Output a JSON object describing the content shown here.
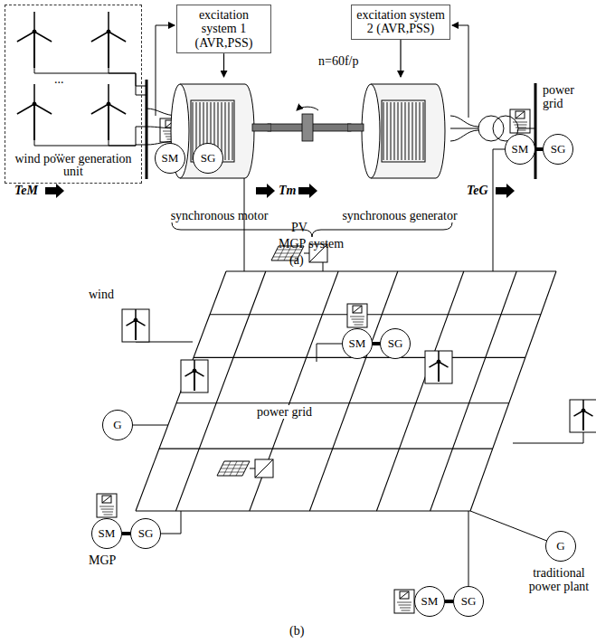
{
  "diagram": {
    "nodes": [
      {
        "text": [
          "wind power generation unit"
        ]
      },
      {
        "text": [
          "excitation system 1 (AVR,PSS)"
        ]
      },
      {
        "text": [
          "excitation system 2 (AVR,PSS)"
        ]
      },
      {
        "text": [
          "synchronous motor"
        ]
      },
      {
        "text": [
          "synchronous generator"
        ]
      },
      {
        "text": [
          "SM"
        ]
      },
      {
        "text": [
          "SG"
        ]
      },
      {
        "text": [
          "SM"
        ]
      },
      {
        "text": [
          "SG"
        ]
      },
      {
        "text": [
          "SM"
        ]
      },
      {
        "text": [
          "SG"
        ]
      },
      {
        "text": [
          "G"
        ]
      },
      {
        "text": [
          "SM"
        ]
      },
      {
        "text": [
          "SG"
        ]
      },
      {
        "text": [
          "SM"
        ]
      },
      {
        "text": [
          "SG"
        ]
      },
      {
        "text": [
          "G"
        ]
      }
    ],
    "edges": [
      {
        "from": 1,
        "to": 3,
        "arrow": "to"
      },
      {
        "from": 2,
        "to": 4,
        "arrow": "to"
      },
      {
        "from": 5,
        "to": 6,
        "arrow": "none"
      },
      {
        "from": 7,
        "to": 8,
        "arrow": "none"
      },
      {
        "from": 9,
        "to": 10,
        "arrow": "none"
      },
      {
        "from": 12,
        "to": 13,
        "arrow": "none"
      },
      {
        "from": 14,
        "to": 15,
        "arrow": "none"
      }
    ],
    "labels": [
      "...",
      "...",
      "n=60f/p",
      "TeM",
      "Tm",
      "TeG",
      "power grid",
      "MGP system",
      "(a)",
      "PV",
      "wind",
      "power grid",
      "MGP",
      "traditional power plant",
      "(b)"
    ]
  }
}
